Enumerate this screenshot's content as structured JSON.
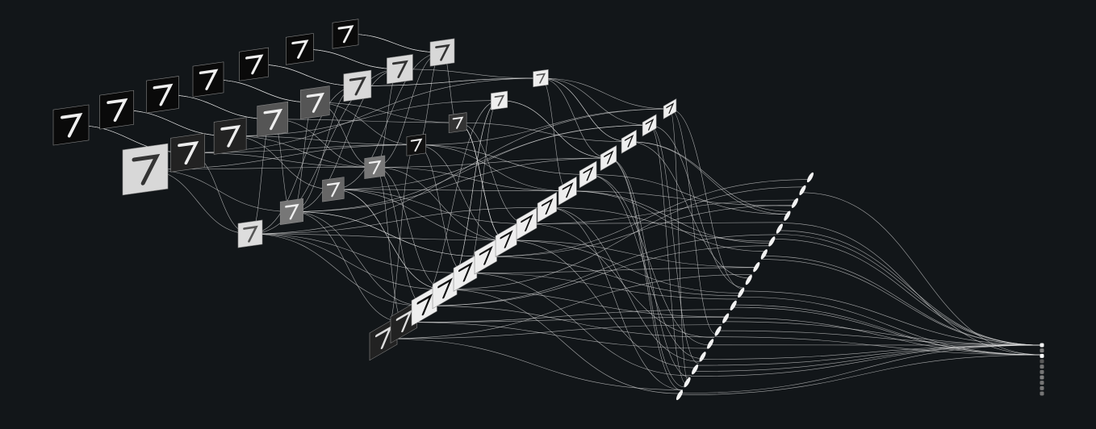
{
  "colors": {
    "background": "#121619",
    "connection": "#e6e6e6",
    "feature_map_light": "#d8d8d8",
    "feature_map_dark": "#0a0a0a",
    "neuron": "#f2f2f2",
    "output_inactive": "#6a6a6a"
  },
  "diagram": {
    "type": "3d-neural-network-visualization",
    "input_image_count": 7,
    "conv1_map_count": 8,
    "pool_map_count": 8,
    "conv2_map_count": 15,
    "dense_neuron_segments": 18,
    "output": {
      "unit_count": 10,
      "activations": [
        0.95,
        0.35,
        1.0,
        0.15,
        0.3,
        0.3,
        0.35,
        0.3,
        0.3,
        0.3
      ]
    }
  }
}
